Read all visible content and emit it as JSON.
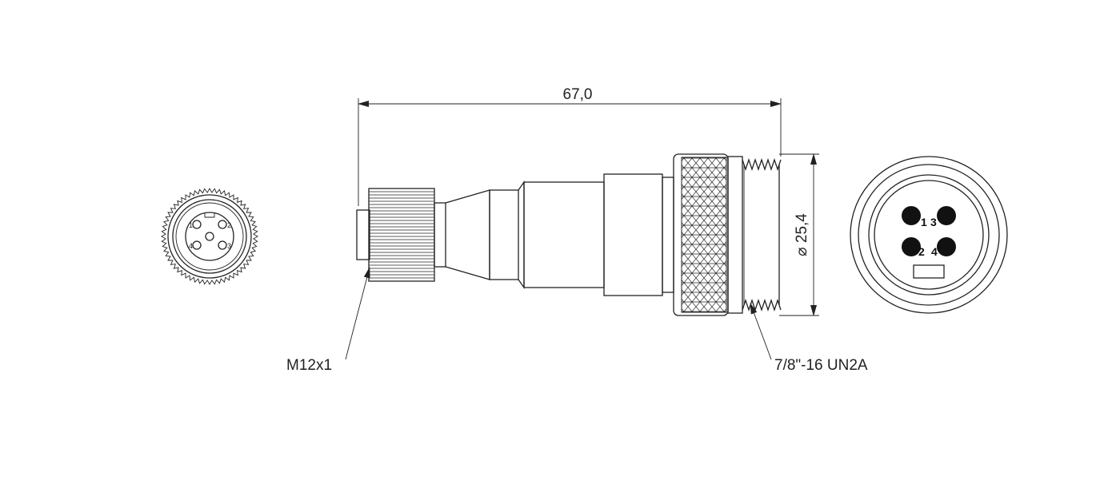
{
  "dimensions": {
    "length": "67,0",
    "diameter": "⌀ 25,4"
  },
  "callouts": {
    "left_thread": "M12x1",
    "right_thread": "7/8\"-16 UN2A"
  },
  "left_face_pins": [
    "1",
    "2",
    "4",
    "3"
  ],
  "right_face_pins": [
    "1",
    "3",
    "2",
    "4"
  ]
}
